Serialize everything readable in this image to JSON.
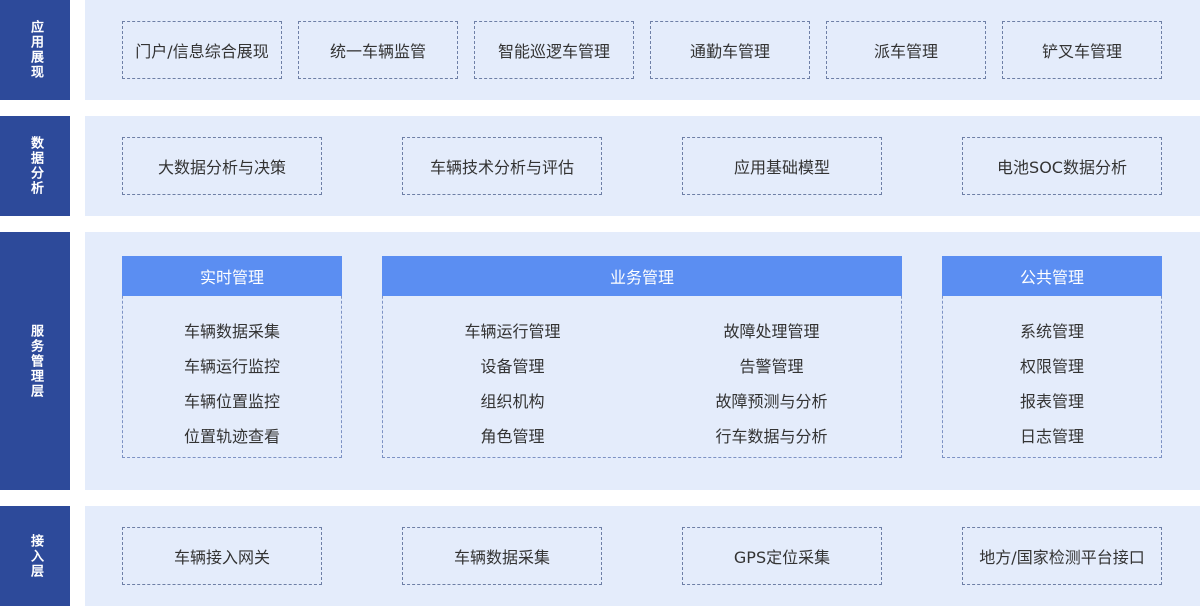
{
  "layers": {
    "app": {
      "label": "应用展现",
      "items": [
        "门户/信息综合展现",
        "统一车辆监管",
        "智能巡逻车管理",
        "通勤车管理",
        "派车管理",
        "铲叉车管理"
      ]
    },
    "analysis": {
      "label": "数据分析",
      "items": [
        "大数据分析与决策",
        "车辆技术分析与评估",
        "应用基础模型",
        "电池SOC数据分析"
      ]
    },
    "service": {
      "label": "服务管理层",
      "groups": [
        {
          "title": "实时管理",
          "items": [
            "车辆数据采集",
            "车辆运行监控",
            "车辆位置监控",
            "位置轨迹查看"
          ]
        },
        {
          "title": "业务管理",
          "items": [
            "车辆运行管理",
            "故障处理管理",
            "设备管理",
            "告警管理",
            "组织机构",
            "故障预测与分析",
            "角色管理",
            "行车数据与分析"
          ]
        },
        {
          "title": "公共管理",
          "items": [
            "系统管理",
            "权限管理",
            "报表管理",
            "日志管理"
          ]
        }
      ]
    },
    "access": {
      "label": "接入层",
      "items": [
        "车辆接入网关",
        "车辆数据采集",
        "GPS定位采集",
        "地方/国家检测平台接口"
      ]
    }
  },
  "colors": {
    "label_bg": "#2d4a9a",
    "panel_bg": "#e4ecfb",
    "group_header": "#5b8ef2",
    "box_border": "#6e7fa6"
  }
}
